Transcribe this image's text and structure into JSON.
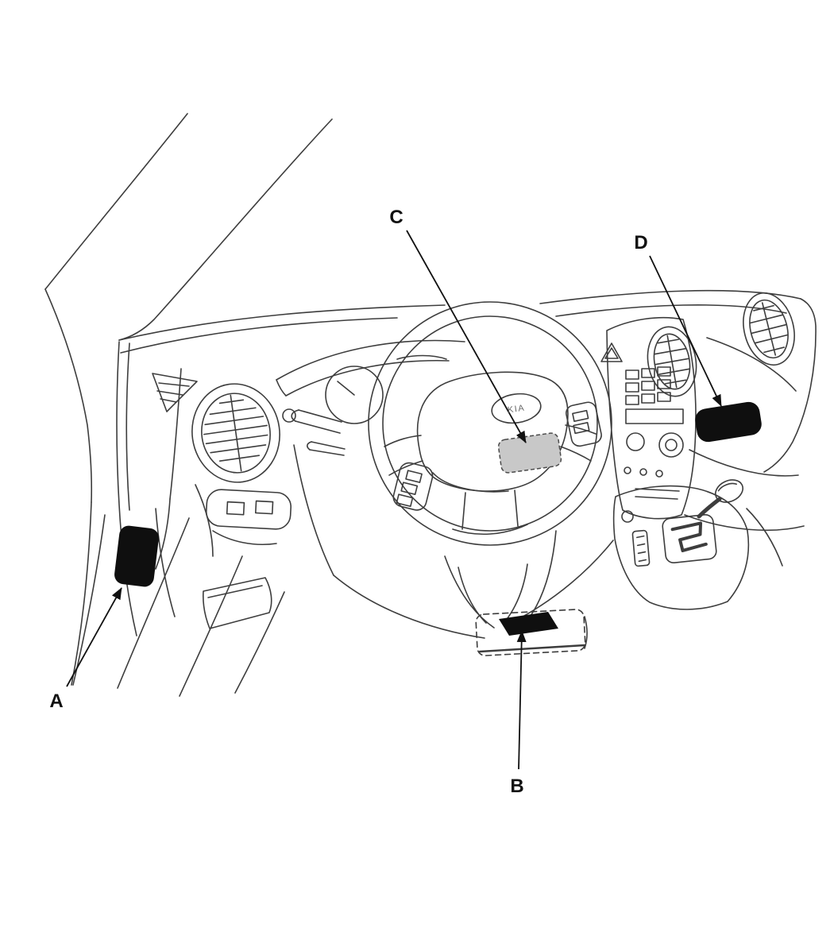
{
  "diagram": {
    "labels": {
      "a": "A",
      "b": "B",
      "c": "C",
      "d": "D"
    },
    "logo_text": "KIA",
    "colors": {
      "line": "#3d3d3d",
      "label_text": "#111111",
      "leader_line": "#111111",
      "highlight_black": "#0f0f0f",
      "highlight_gray": "#c8c8c8",
      "background": "#ffffff"
    }
  }
}
